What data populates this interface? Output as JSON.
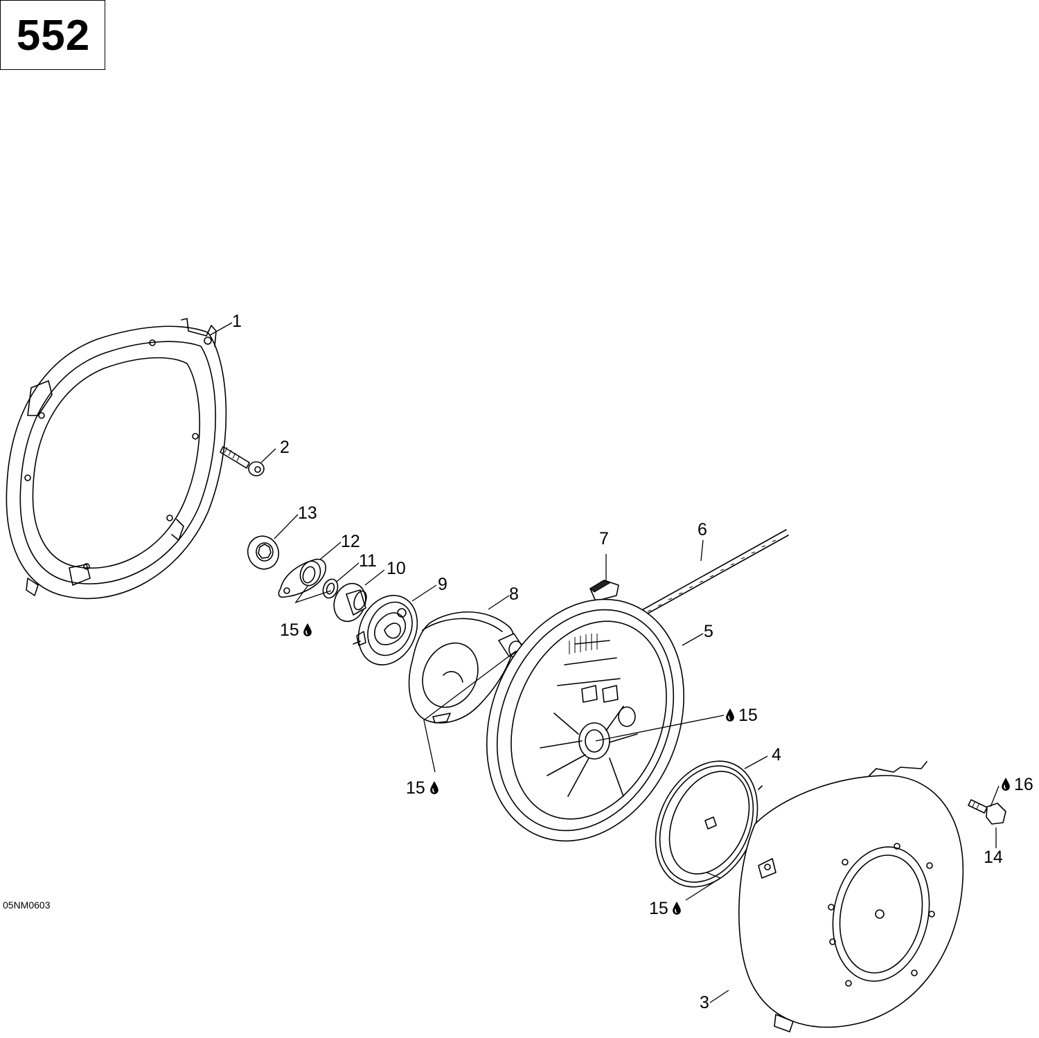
{
  "page_number": "552",
  "reference_code": "05NM0603",
  "callouts": {
    "c1": "1",
    "c2": "2",
    "c3": "3",
    "c4": "4",
    "c5": "5",
    "c6": "6",
    "c7": "7",
    "c8": "8",
    "c9": "9",
    "c10": "10",
    "c11": "11",
    "c12": "12",
    "c13": "13",
    "c14": "14",
    "c15a": "15",
    "c15b": "15",
    "c15c": "15",
    "c15d": "15",
    "c16": "16"
  },
  "icons": {
    "lubricant": "oil-drop-icon"
  }
}
